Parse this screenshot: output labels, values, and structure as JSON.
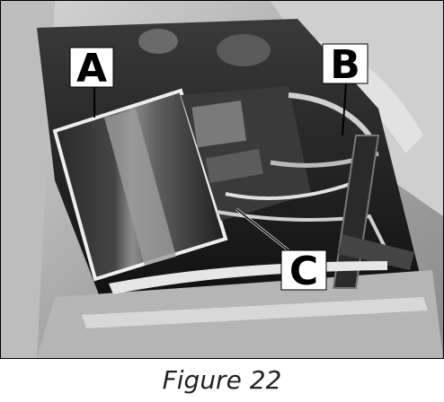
{
  "figure": {
    "caption": "Figure 22",
    "callouts": {
      "a": "A",
      "b": "B",
      "c": "C"
    }
  },
  "colors": {
    "background": "#ffffff",
    "callout_box": "#ffffff",
    "callout_text": "#000000",
    "caption_text": "#222222"
  }
}
